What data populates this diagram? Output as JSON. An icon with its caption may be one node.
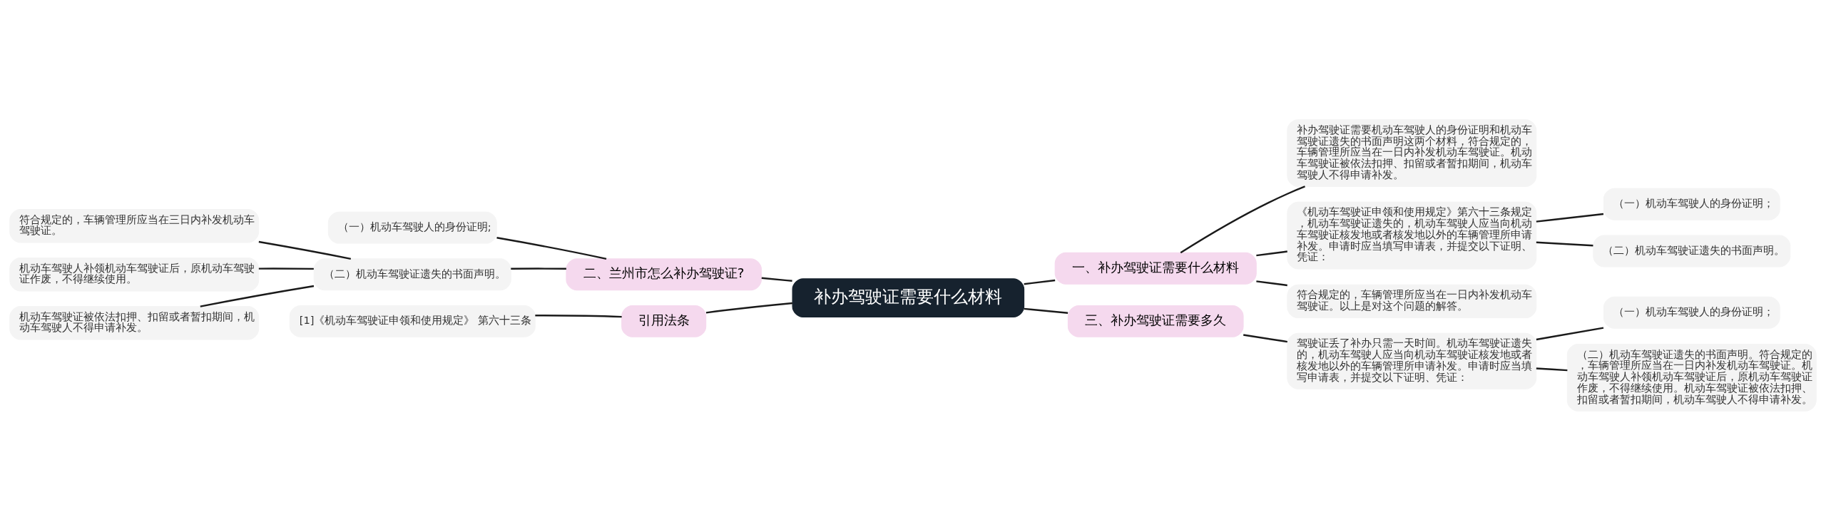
{
  "diagram": {
    "nodes": [
      {
        "text": [
          "补办驾驶证需要什么材料"
        ]
      },
      {
        "text": [
          "一、补办驾驶证需要什么材料"
        ]
      },
      {
        "text": [
          "补办驾驶证需要机动车驾驶人的身份证明和机动车驾驶证遗失的书面声明这两个材料，符合规定的，车辆管理所应当在一日内补发机动车驾驶证。机动车驾驶证被依法扣押、扣留或者暂扣期间，机动车驾驶人不得申请补发。"
        ]
      },
      {
        "text": [
          "《机动车驾驶证申领和使用规定》第六十三条规定，机动车驾驶证遗失的，机动车驾驶人应当向机动车驾驶证核发地或者核发地以外的车辆管理所申请补发。申请时应当填写申请表，并提交以下证明、凭证："
        ]
      },
      {
        "text": [
          "（一）机动车驾驶人的身份证明；"
        ]
      },
      {
        "text": [
          "（二）机动车驾驶证遗失的书面声明。"
        ]
      },
      {
        "text": [
          "符合规定的，车辆管理所应当在一日内补发机动车驾驶证。以上是对这个问题的解答。"
        ]
      },
      {
        "text": [
          "二、兰州市怎么补办驾驶证?"
        ]
      },
      {
        "text": [
          "（一）机动车驾驶人的身份证明;"
        ]
      },
      {
        "text": [
          "（二）机动车驾驶证遗失的书面声明。"
        ]
      },
      {
        "text": [
          "符合规定的，车辆管理所应当在三日内补发机动车驾驶证。"
        ]
      },
      {
        "text": [
          "机动车驾驶人补领机动车驾驶证后，原机动车驾驶证作废，不得继续使用。"
        ]
      },
      {
        "text": [
          "机动车驾驶证被依法扣押、扣留或者暂扣期间，机动车驾驶人不得申请补发。"
        ]
      },
      {
        "text": [
          "三、补办驾驶证需要多久"
        ]
      },
      {
        "text": [
          "驾驶证丢了补办只需一天时间。机动车驾驶证遗失的，机动车驾驶人应当向机动车驾驶证核发地或者核发地以外的车辆管理所申请补发。申请时应当填写申请表，并提交以下证明、凭证："
        ]
      },
      {
        "text": [
          "（一）机动车驾驶人的身份证明；"
        ]
      },
      {
        "text": [
          "（二）机动车驾驶证遗失的书面声明。符合规定的，车辆管理所应当在一日内补发机动车驾驶证。机动车驾驶人补领机动车驾驶证后，原机动车驾驶证作废，不得继续使用。机动车驾驶证被依法扣押、扣留或者暂扣期间，机动车驾驶人不得申请补发。"
        ]
      },
      {
        "text": [
          "引用法条"
        ]
      },
      {
        "text": [
          "[1]《机动车驾驶证申领和使用规定》 第六十三条"
        ]
      }
    ],
    "edges": [
      {
        "from": 0,
        "to": 1,
        "arrow": "none"
      },
      {
        "from": 1,
        "to": 2,
        "arrow": "none"
      },
      {
        "from": 1,
        "to": 3,
        "arrow": "none"
      },
      {
        "from": 3,
        "to": 4,
        "arrow": "none"
      },
      {
        "from": 3,
        "to": 5,
        "arrow": "none"
      },
      {
        "from": 1,
        "to": 6,
        "arrow": "none"
      },
      {
        "from": 0,
        "to": 7,
        "arrow": "none"
      },
      {
        "from": 7,
        "to": 8,
        "arrow": "none"
      },
      {
        "from": 7,
        "to": 9,
        "arrow": "none"
      },
      {
        "from": 9,
        "to": 10,
        "arrow": "none"
      },
      {
        "from": 9,
        "to": 11,
        "arrow": "none"
      },
      {
        "from": 9,
        "to": 12,
        "arrow": "none"
      },
      {
        "from": 0,
        "to": 13,
        "arrow": "none"
      },
      {
        "from": 13,
        "to": 14,
        "arrow": "none"
      },
      {
        "from": 14,
        "to": 15,
        "arrow": "none"
      },
      {
        "from": 14,
        "to": 16,
        "arrow": "none"
      },
      {
        "from": 0,
        "to": 17,
        "arrow": "none"
      },
      {
        "from": 17,
        "to": 18,
        "arrow": "none"
      }
    ]
  }
}
